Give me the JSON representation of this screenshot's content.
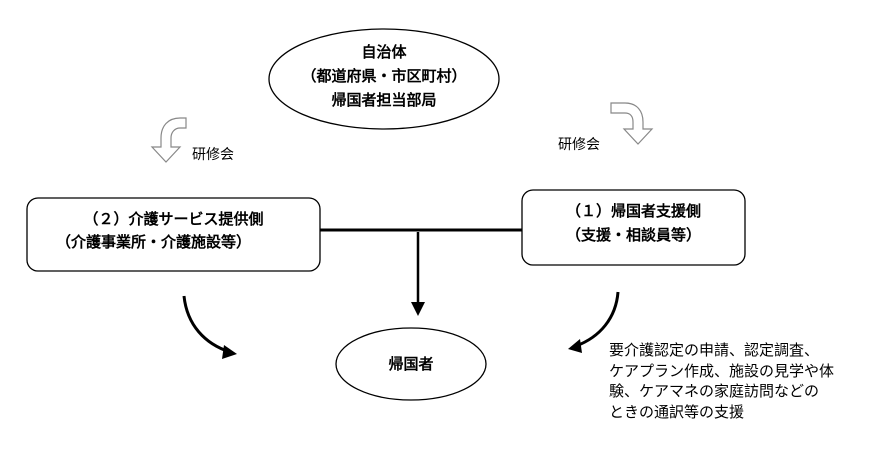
{
  "top_node": {
    "line1": "自治体",
    "line2": "（都道府県・市区町村）",
    "line3": "帰国者担当部局"
  },
  "left_label": "研修会",
  "right_label": "研修会",
  "left_box": {
    "line1": "（２）介護サービス提供側",
    "line2": "（介護事業所・介護施設等）"
  },
  "right_box": {
    "line1": "（１）帰国者支援側",
    "line2": "（支援・相談員等）"
  },
  "center_node": {
    "label": "帰国者"
  },
  "support_note": {
    "lines": [
      "要介護認定の申請、認定調査、",
      "ケアプラン作成、施設の見学や体",
      "験、ケアマネの家庭訪問などの",
      "ときの通訳等の支援"
    ]
  }
}
